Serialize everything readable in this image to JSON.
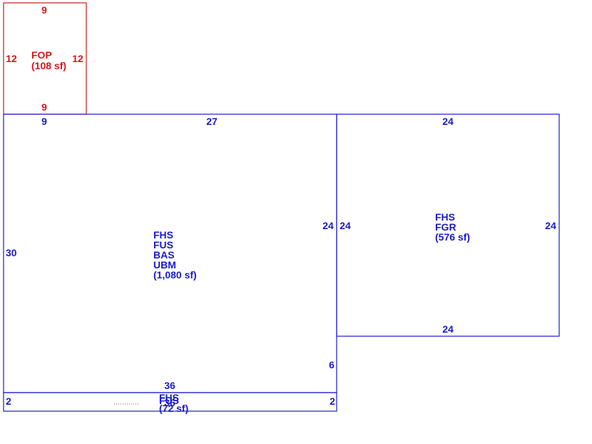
{
  "colors": {
    "main": "#1a1acc",
    "porch": "#d01818"
  },
  "porch": {
    "dim_top": "9",
    "dim_left": "12",
    "dim_right": "12",
    "dim_bottom": "9",
    "code": "FOP",
    "area": "(108 sf)"
  },
  "house": {
    "dim_top_left": "9",
    "dim_top": "27",
    "dim_left": "30",
    "dim_right_upper": "24",
    "dim_right_lower": "6",
    "dim_bottom": "36",
    "codes": [
      "FHS",
      "FUS",
      "BAS",
      "UBM"
    ],
    "area": "(1,080 sf)"
  },
  "garage": {
    "dim_top": "24",
    "dim_left": "24",
    "dim_right": "24",
    "dim_bottom": "24",
    "codes": [
      "FHS",
      "FGR"
    ],
    "area": "(576 sf)"
  },
  "strip": {
    "dim_left": "2",
    "dim_right": "2",
    "dim_bottom": "36",
    "codes": [
      "FHS",
      "FUS"
    ],
    "area": "(72 sf)"
  }
}
